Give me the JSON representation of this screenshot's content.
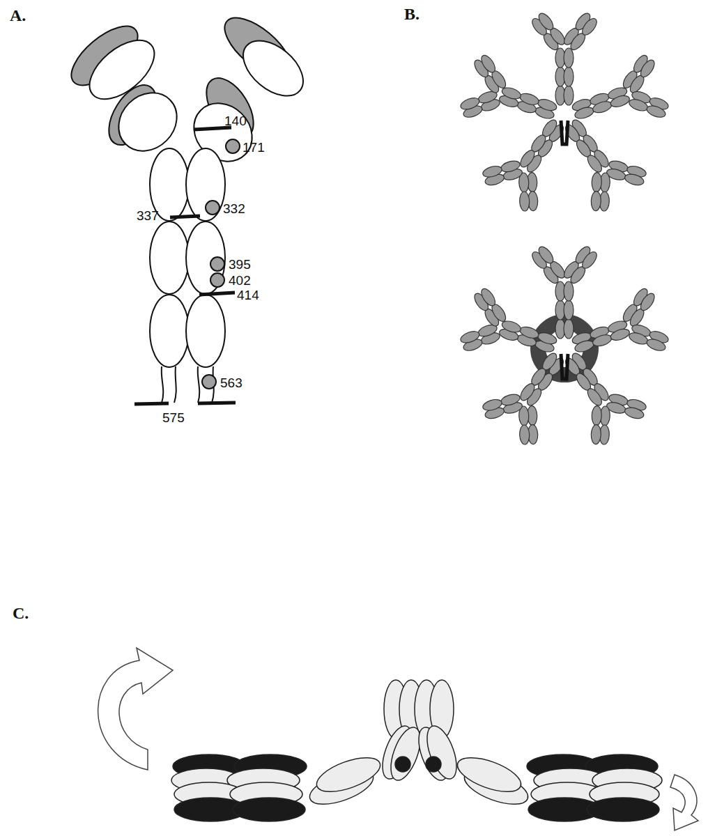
{
  "diagram": {
    "labels": [
      "A.",
      "B.",
      "140",
      "171",
      "337",
      "332",
      "395",
      "402",
      "414",
      "563",
      "575",
      "C."
    ]
  }
}
